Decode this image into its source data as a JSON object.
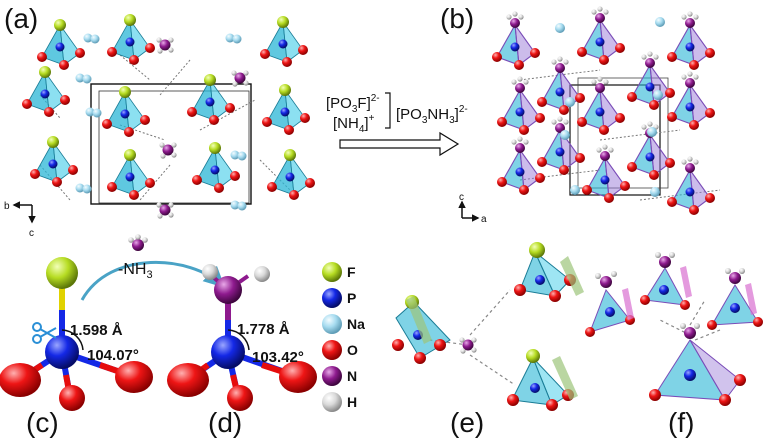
{
  "panels": {
    "a": "(a)",
    "b": "(b)",
    "c": "(c)",
    "d": "(d)",
    "e": "(e)",
    "f": "(f)"
  },
  "reaction": {
    "reactant1": "[PO3F]2-",
    "reactant2": "[NH4]+",
    "product": "[PO3NH3]2-",
    "reactant1_parts": {
      "base": "[PO",
      "sub": "3",
      "tail": "F]",
      "sup": "2-"
    },
    "reactant2_parts": {
      "base": "[NH",
      "sub": "4",
      "tail": "]",
      "sup": "+"
    },
    "product_parts": {
      "base": "[PO",
      "sub1": "3",
      "mid": "NH",
      "sub2": "3",
      "tail": "]",
      "sup": "2-"
    }
  },
  "elimination": {
    "text": "-NH3",
    "base": "-NH",
    "sub": "3"
  },
  "axes_a": {
    "b": "b",
    "c": "c"
  },
  "axes_b": {
    "c": "c",
    "a": "a"
  },
  "bond_c": {
    "length": "1.598 Å",
    "angle": "104.07°"
  },
  "bond_d": {
    "length": "1.778 Å",
    "angle": "103.42°"
  },
  "legend": [
    {
      "symbol": "F",
      "color": "#b6dc22"
    },
    {
      "symbol": "P",
      "color": "#1428e6"
    },
    {
      "symbol": "Na",
      "color": "#9ed8ee"
    },
    {
      "symbol": "O",
      "color": "#e60d0d"
    },
    {
      "symbol": "N",
      "color": "#8e1a8e"
    },
    {
      "symbol": "H",
      "color": "#d9d9d9"
    }
  ],
  "colors": {
    "F": "#b6dc22",
    "P": "#1428e6",
    "Na": "#9ed8ee",
    "O": "#e60d0d",
    "N": "#8e1a8e",
    "H": "#d9d9d9",
    "tetra_cyan": "#2ab6d6",
    "tetra_purple": "#8a56c8",
    "arrow_green": "#9cc47a",
    "arrow_pink": "#d96fd0",
    "curve_arrow": "#4aa3c6"
  },
  "icons": {
    "scissors": "scissors-icon"
  }
}
